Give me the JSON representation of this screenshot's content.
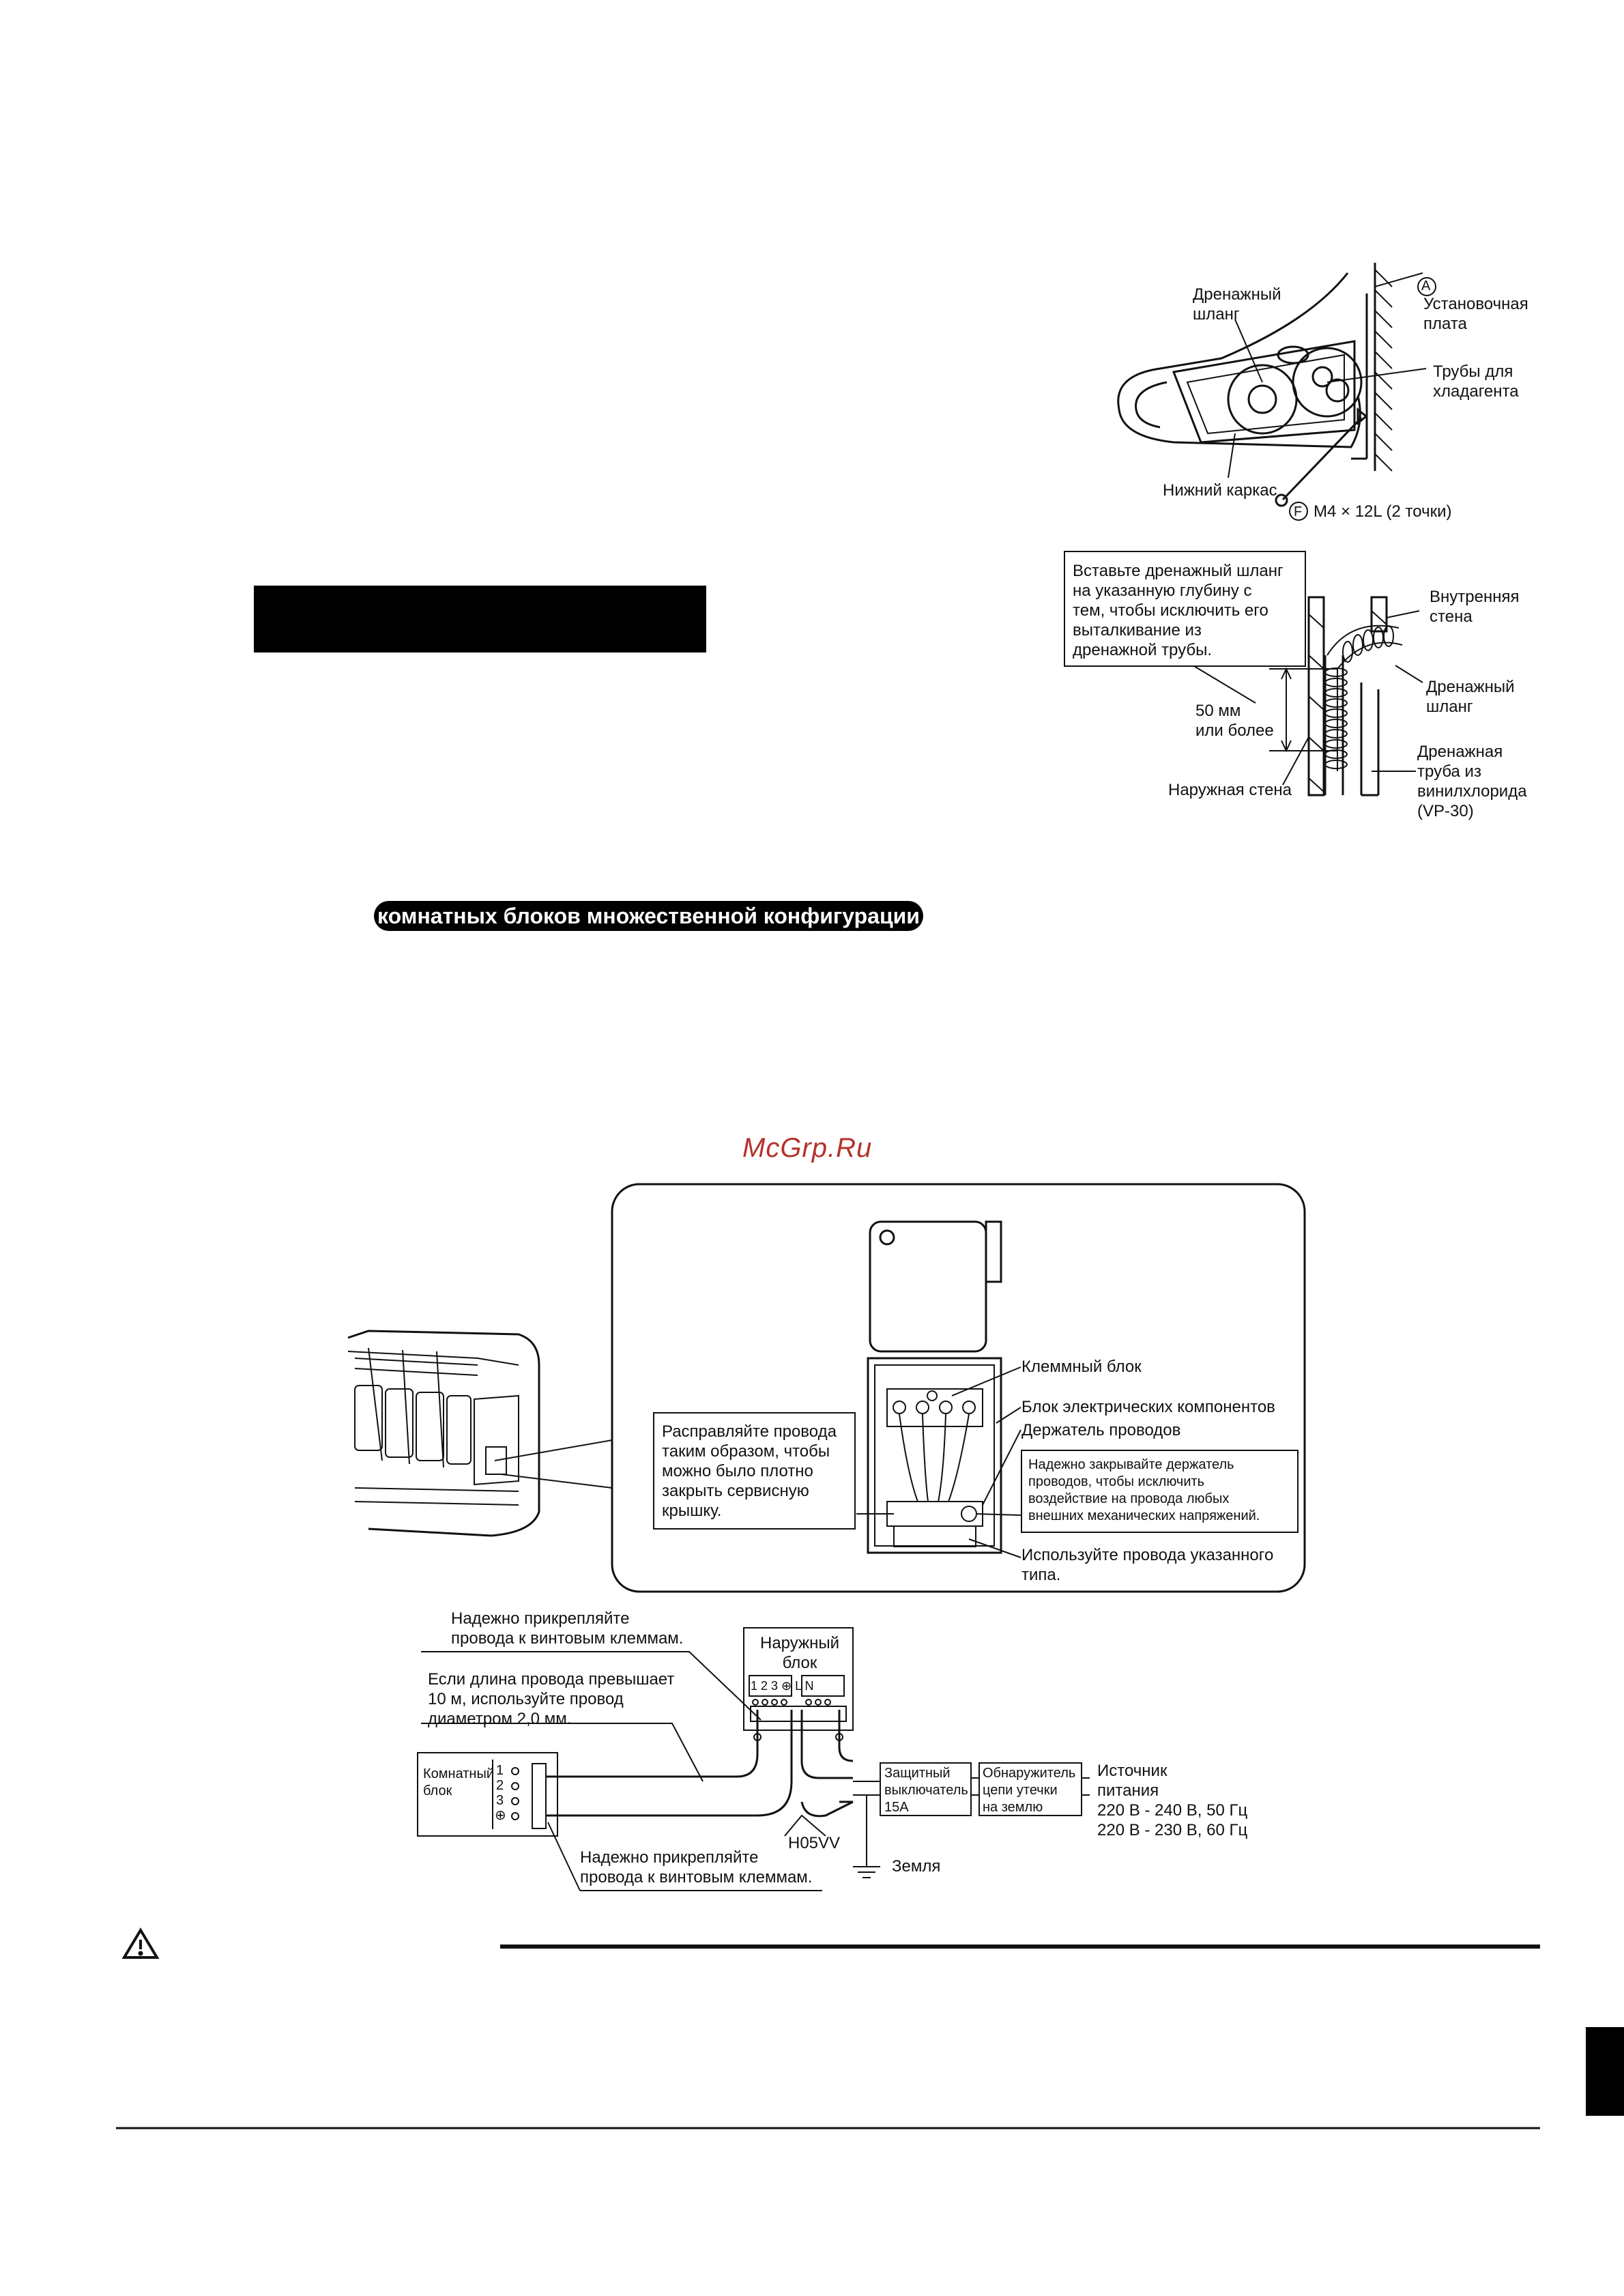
{
  "watermark": "McGrp.Ru",
  "section_header": "комнатных блоков множественной конфигурации",
  "fig_top": {
    "circle_a": "A",
    "circle_f": "F",
    "drain_hose": "Дренажный\nшланг",
    "mount_plate": "Установочная\nплата",
    "refrigerant_pipes": "Трубы для\nхладагента",
    "lower_frame": "Нижний каркас",
    "screw": "M4 × 12L (2 точки)"
  },
  "fig_drain": {
    "note": "Вставьте дренажный шланг\nна указанную глубину с\nтем, чтобы исключить его\nвыталкивание из\nдренажной трубы.",
    "inner_wall": "Внутренняя\nстена",
    "drain_hose": "Дренажный\nшланг",
    "depth": "50 мм\nили более",
    "pvc_pipe": "Дренажная\nтруба из\nвинилхлорида\n(VP-30)",
    "outer_wall": "Наружная стена"
  },
  "fig_terminal": {
    "terminal_block": "Клеммный блок",
    "electrical_box": "Блок электрических компонентов",
    "wire_holder": "Держатель проводов",
    "straighten_note": "Расправляйте провода\nтаким образом, чтобы\nможно было плотно\nзакрыть сервисную\nкрышку.",
    "holder_note": "Надежно закрывайте держатель\nпроводов, чтобы исключить\nвоздействие на провода любых\nвнешних механических напряжений.",
    "wire_type": "Используйте провода указанного\nтипа."
  },
  "fig_wiring": {
    "fasten_top": "Надежно прикрепляйте\nпровода к винтовым клеммам.",
    "length_note": "Если длина провода превышает\n10 м, используйте провод\nдиаметром 2,0 мм.",
    "outdoor_unit": "Наружный\nблок",
    "outdoor_terminals": "1 2 3 ⊕ L N",
    "indoor_unit": "Комнатный\nблок",
    "indoor_terminals": [
      "1",
      "2",
      "3",
      "⊕"
    ],
    "breaker": "Защитный\nвыключатель\n15A",
    "leak_detector": "Обнаружитель\nцепи утечки\nна землю",
    "power_source": "Источник\nпитания\n220 В - 240 В, 50 Гц\n220 В - 230 В, 60 Гц",
    "cable": "H05VV",
    "ground": "Земля",
    "fasten_bottom": "Надежно прикрепляйте\nпровода к винтовым клеммам."
  }
}
